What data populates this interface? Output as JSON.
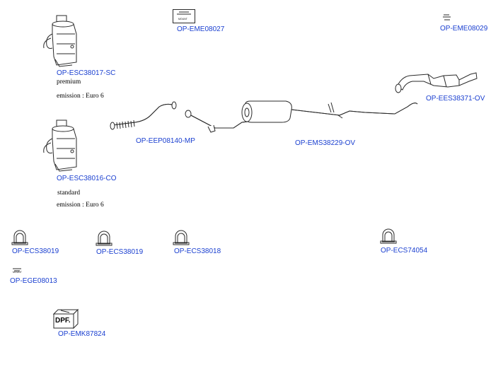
{
  "parts": {
    "eme08027": {
      "code": "OP-EME08027",
      "mount": "MOUNT"
    },
    "eme08029": {
      "code": "OP-EME08029"
    },
    "esc38017": {
      "code": "OP-ESC38017-SC",
      "note1": "premium",
      "note2": "emission : Euro 6"
    },
    "ees38371": {
      "code": "OP-EES38371-OV"
    },
    "eep08140": {
      "code": "OP-EEP08140-MP"
    },
    "ems38229": {
      "code": "OP-EMS38229-OV"
    },
    "esc38016": {
      "code": "OP-ESC38016-CO",
      "note1": "standard",
      "note2": "emission : Euro 6"
    },
    "ecs38019a": {
      "code": "OP-ECS38019"
    },
    "ecs38019b": {
      "code": "OP-ECS38019"
    },
    "ecs38018": {
      "code": "OP-ECS38018"
    },
    "ecs74054": {
      "code": "OP-ECS74054"
    },
    "ege08013": {
      "code": "OP-EGE08013",
      "mount": "MOUNT"
    },
    "emk87824": {
      "code": "OP-EMK87824",
      "box_text": "DPF."
    }
  }
}
